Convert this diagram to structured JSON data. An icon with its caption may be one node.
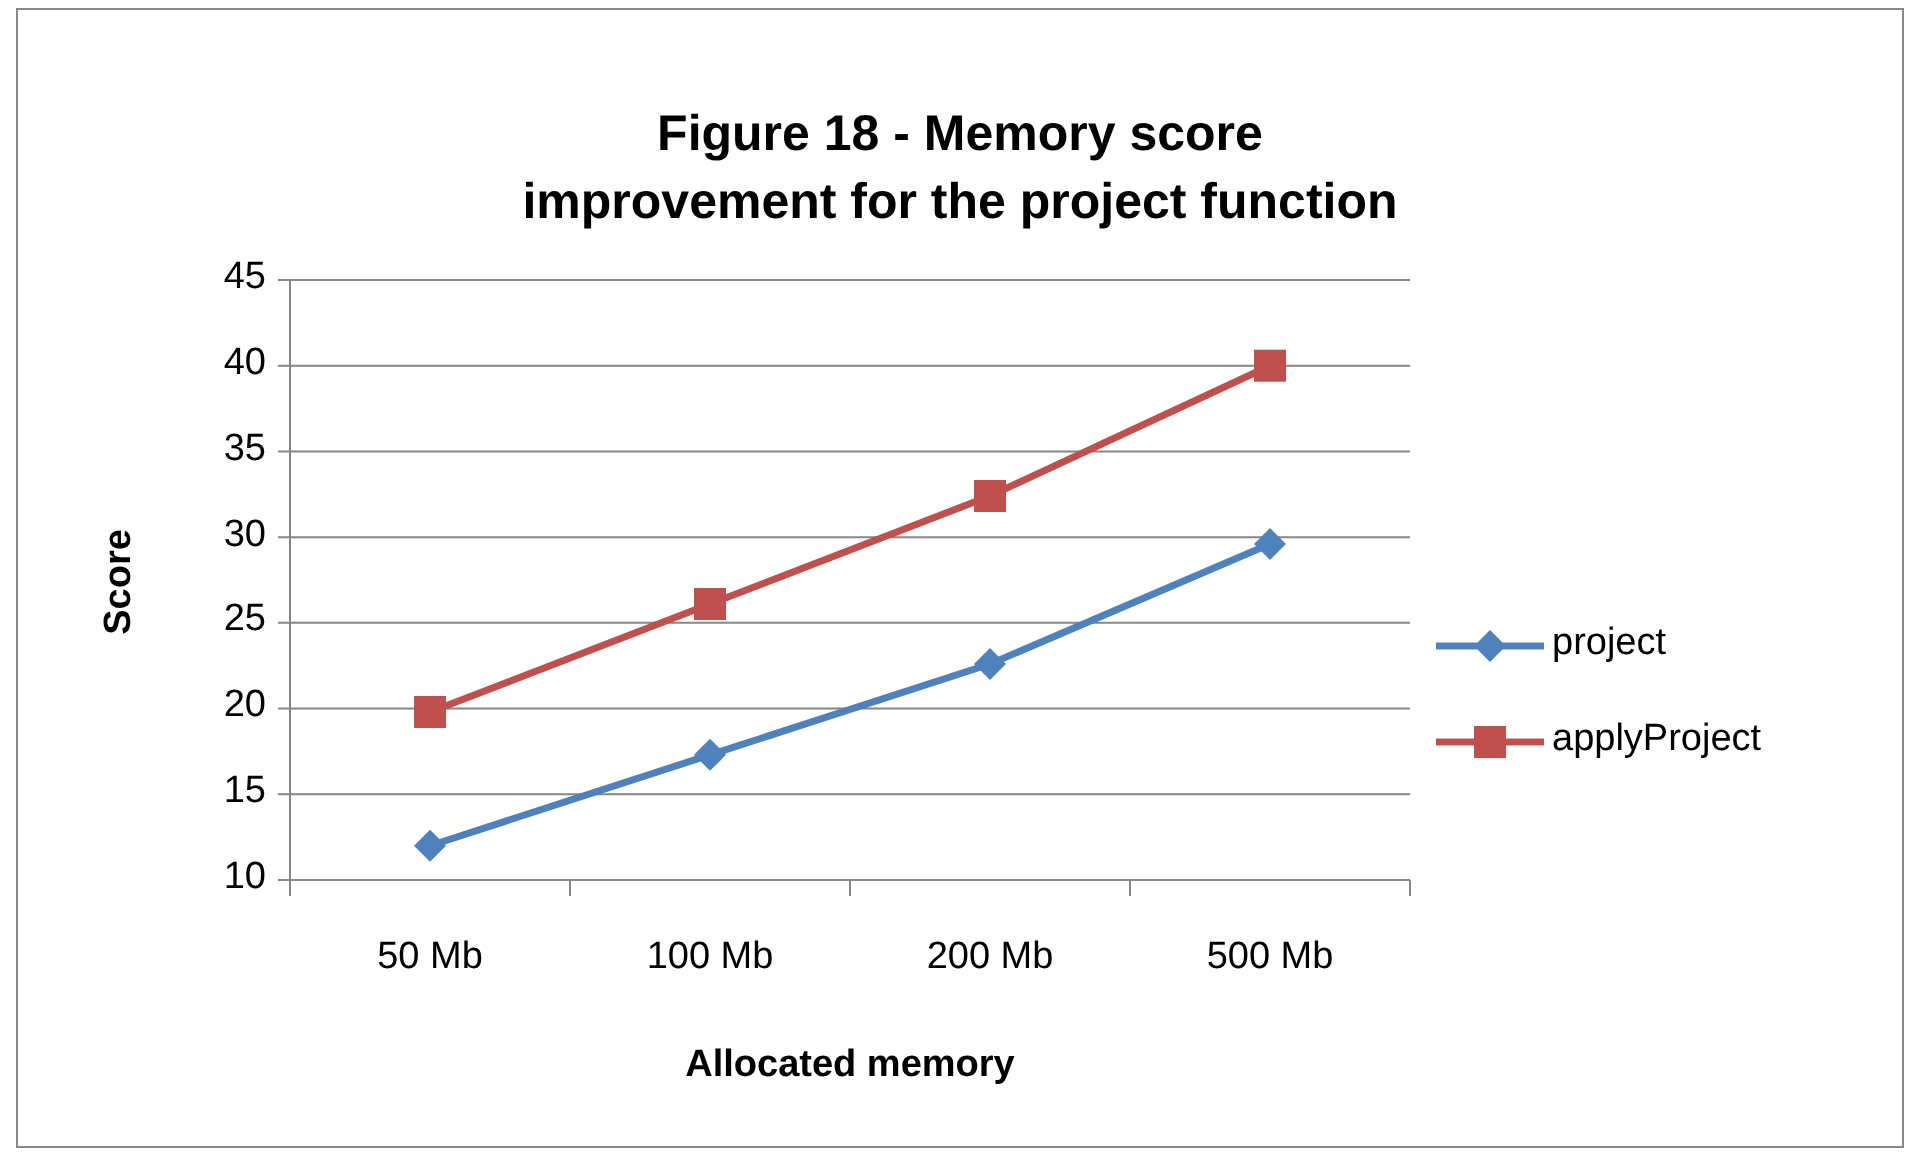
{
  "diagram": {
    "chart_data": {
      "type": "line",
      "title": "Figure 18 - Memory score improvement for the project function",
      "xlabel": "Allocated memory",
      "ylabel": "Score",
      "categories": [
        "50 Mb",
        "100 Mb",
        "200 Mb",
        "500 Mb"
      ],
      "series": [
        {
          "name": "project",
          "color": "#4f81bd",
          "marker": "diamond",
          "values": [
            12,
            17.3,
            22.6,
            29.6
          ]
        },
        {
          "name": "applyProject",
          "color": "#c0504d",
          "marker": "square",
          "values": [
            19.8,
            26.1,
            32.4,
            40
          ]
        }
      ],
      "grid": "y",
      "legend": "right",
      "ylim": [
        10,
        45
      ],
      "yticks": [
        10,
        15,
        20,
        25,
        30,
        35,
        40,
        45
      ]
    }
  }
}
